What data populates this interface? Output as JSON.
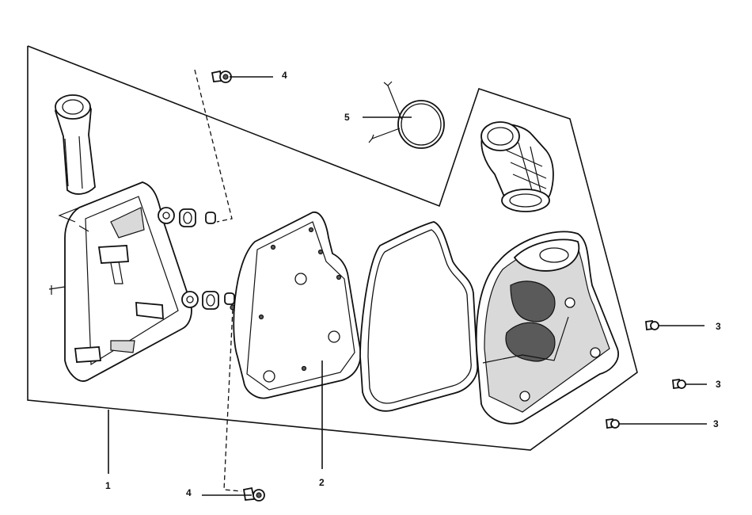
{
  "callouts": {
    "part_1": "1",
    "part_2": "2",
    "part_3_a": "3",
    "part_3_b": "3",
    "part_3_c": "3",
    "part_4_top": "4",
    "part_4_bottom": "4",
    "part_5": "5"
  }
}
